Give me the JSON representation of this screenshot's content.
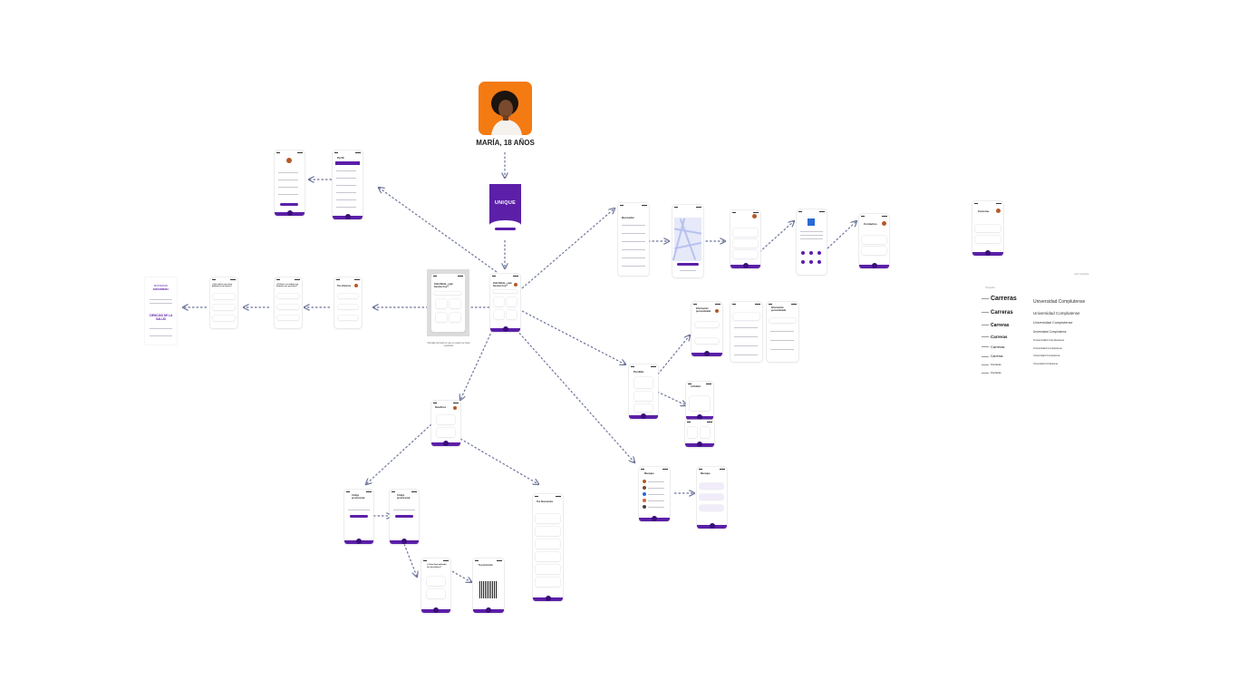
{
  "persona": {
    "caption": "MARÍA, 18 AÑOS",
    "photo_bg": "#f47a12"
  },
  "splash": {
    "logo": "UNIQUE"
  },
  "colors": {
    "brand_purple": "#5b1fa8",
    "arrow": "#6d7599",
    "background": "#ffffff"
  },
  "screens": {
    "home": {
      "title": "Hola María, ¿qué buscas hoy?"
    },
    "profile": {
      "title": "Perfil"
    },
    "search": {
      "title": "Buscador"
    },
    "lost": {
      "title": "Perdida"
    },
    "contacts": {
      "title": "Contactos"
    },
    "info": {
      "title": "Información personalizada"
    },
    "activity": {
      "title": "Actividad"
    },
    "careers_list": {
      "title": "Carreras"
    },
    "messages": {
      "title": "Mensajes"
    },
    "messages_chat": {
      "title": "Mensajes"
    },
    "benefits": {
      "title": "Beneficios"
    },
    "code1": {
      "title": "Código promocional"
    },
    "code2": {
      "title": "Código promocional"
    },
    "redeem": {
      "title": "¿Cómo han aplicado tus beneficios?"
    },
    "qr": {
      "title": "Tu promoción"
    },
    "discounts": {
      "title": "Tus Descuentos"
    },
    "career_quiz1": {
      "title": "Tus intereses"
    },
    "career_quiz2": {
      "title": "¿Prefieres un trabajo con contacto con personas?"
    },
    "career_quiz3": {
      "title": "¿Qué valores que tiene gustaría en tu carrera?"
    },
    "result": {
      "title": "Te recomendamos"
    }
  },
  "brand_screen": {
    "line1": "MÁSTER EN",
    "line2": "ENFERMERÍA",
    "line3": "CIENCIAS DE LA SALUD"
  },
  "gray_caption": "Pantalla principal sin que el usuario se haya registrado",
  "typography": {
    "left": [
      "Carreras",
      "Carreras",
      "Carreras",
      "Carreras",
      "Carreras",
      "Carreras",
      "Carreras",
      "Carreras"
    ],
    "right": [
      "Universidad Complutense",
      "Universidad Complutense",
      "Universidad Complutense",
      "Universidad Complutense",
      "Universidad Complutense",
      "Universidad Complutense",
      "Universidad Complutense",
      "Universidad Complutense"
    ],
    "label_top": "Tipografía",
    "label_right": "Color tipografía"
  }
}
